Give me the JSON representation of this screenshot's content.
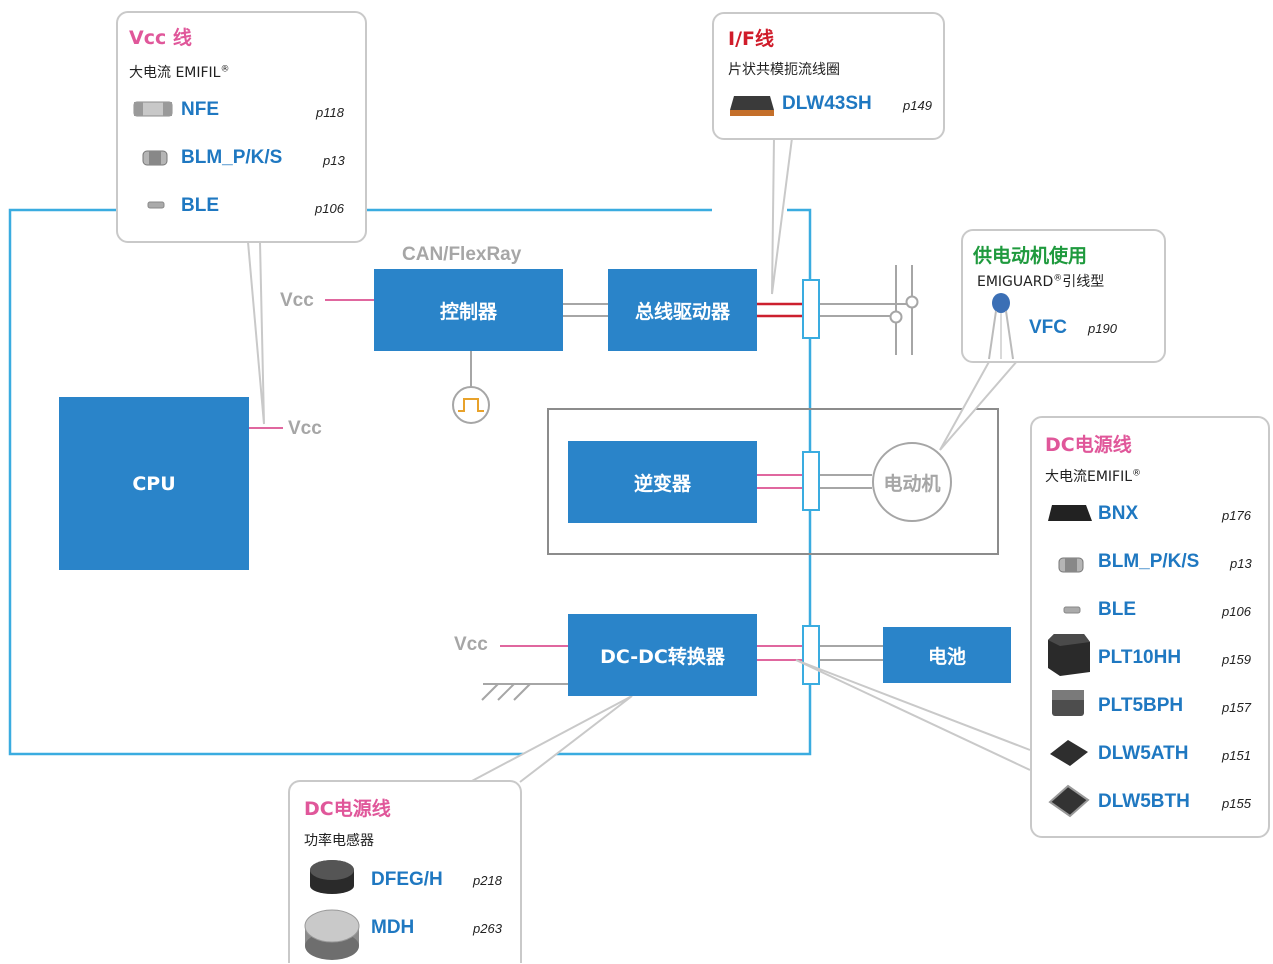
{
  "colors": {
    "block_blue": "#2a84c9",
    "frame_cyan": "#3aace0",
    "vcc_pink": "#e0679f",
    "if_red": "#cc1f2e",
    "title_pink": "#e0579a",
    "title_red": "#d01c2a",
    "title_green": "#1f9a3e",
    "product_blue": "#1f78c1",
    "label_gray": "#a6a6a6"
  },
  "blocks": {
    "cpu": "CPU",
    "controller": "控制器",
    "bus_driver": "总线驱动器",
    "inverter": "逆变器",
    "dcdc": "DC-DC转换器",
    "battery": "电池",
    "motor": "电动机"
  },
  "labels": {
    "can_flexray": "CAN/FlexRay",
    "vcc_top": "Vcc",
    "vcc_cpu": "Vcc",
    "vcc_dcdc": "Vcc"
  },
  "callouts": {
    "vcc_line": {
      "title": "Vcc 线",
      "subtitle": "大电流 EMIFIL",
      "reg": "®",
      "items": [
        {
          "name": "NFE",
          "page": "p118",
          "icon": "chip-filter-icon"
        },
        {
          "name": "BLM_P/K/S",
          "page": "p13",
          "icon": "ferrite-bead-icon"
        },
        {
          "name": "BLE",
          "page": "p106",
          "icon": "small-chip-icon"
        }
      ]
    },
    "if_line": {
      "title": "I/F线",
      "subtitle": "片状共模扼流线圈",
      "items": [
        {
          "name": "DLW43SH",
          "page": "p149",
          "icon": "choke-coil-icon"
        }
      ]
    },
    "motor_use": {
      "title": "供电动机使用",
      "subtitle": "EMIGUARD",
      "reg": "®",
      "subtitle_suffix": "引线型",
      "items": [
        {
          "name": "VFC",
          "page": "p190",
          "icon": "leaded-varistor-icon"
        }
      ]
    },
    "dc_power_right": {
      "title": "DC电源线",
      "subtitle": "大电流EMIFIL",
      "reg": "®",
      "items": [
        {
          "name": "BNX",
          "page": "p176",
          "icon": "block-filter-icon"
        },
        {
          "name": "BLM_P/K/S",
          "page": "p13",
          "icon": "ferrite-bead-icon"
        },
        {
          "name": "BLE",
          "page": "p106",
          "icon": "small-chip-icon"
        },
        {
          "name": "PLT10HH",
          "page": "p159",
          "icon": "large-inductor-icon"
        },
        {
          "name": "PLT5BPH",
          "page": "p157",
          "icon": "inductor-icon"
        },
        {
          "name": "DLW5ATH",
          "page": "p151",
          "icon": "smd-choke-icon"
        },
        {
          "name": "DLW5BTH",
          "page": "p155",
          "icon": "smd-choke-icon"
        }
      ]
    },
    "dc_power_bottom": {
      "title": "DC电源线",
      "subtitle": "功率电感器",
      "items": [
        {
          "name": "DFEG/H",
          "page": "p218",
          "icon": "power-inductor-icon"
        },
        {
          "name": "MDH",
          "page": "p263",
          "icon": "wound-inductor-icon"
        }
      ]
    }
  }
}
